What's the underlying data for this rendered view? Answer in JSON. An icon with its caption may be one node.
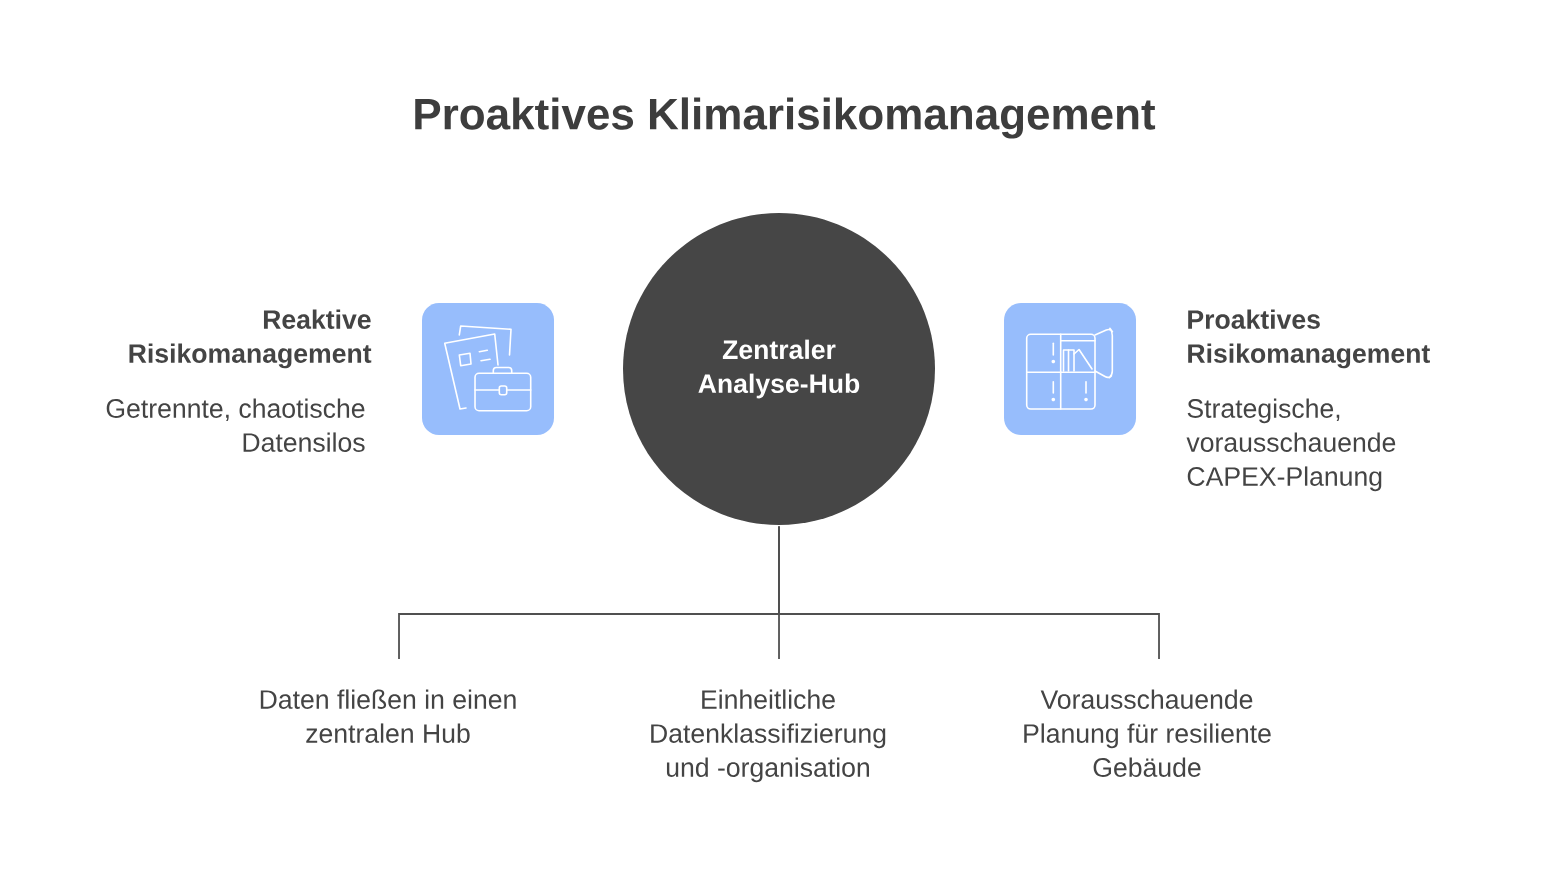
{
  "diagram": {
    "title": "Proaktives Klimarisikomanagement",
    "nodes": [
      {
        "text": [],
        "shape": "picture",
        "beside": [
          "Reaktive Risikomanagement",
          "Getrennte, chaotische Datensilos"
        ]
      },
      {
        "text": [
          "Zentraler Analyse-Hub"
        ]
      },
      {
        "text": [],
        "shape": "picture",
        "beside": [
          "Proaktives Risikomanagement",
          "Strategische, vorausschauende CAPEX-Planung"
        ]
      },
      {
        "text": [
          "Daten fließen in einen zentralen Hub"
        ]
      },
      {
        "text": [
          "Einheitliche Datenklassifizierung und -organisation"
        ]
      },
      {
        "text": [
          "Vorausschauende Planung für resiliente Gebäude"
        ]
      }
    ],
    "edges": [
      {
        "from": 1,
        "to": 3,
        "arrow": "none"
      },
      {
        "from": 1,
        "to": 4,
        "arrow": "none"
      },
      {
        "from": 1,
        "to": 5,
        "arrow": "none"
      }
    ]
  }
}
